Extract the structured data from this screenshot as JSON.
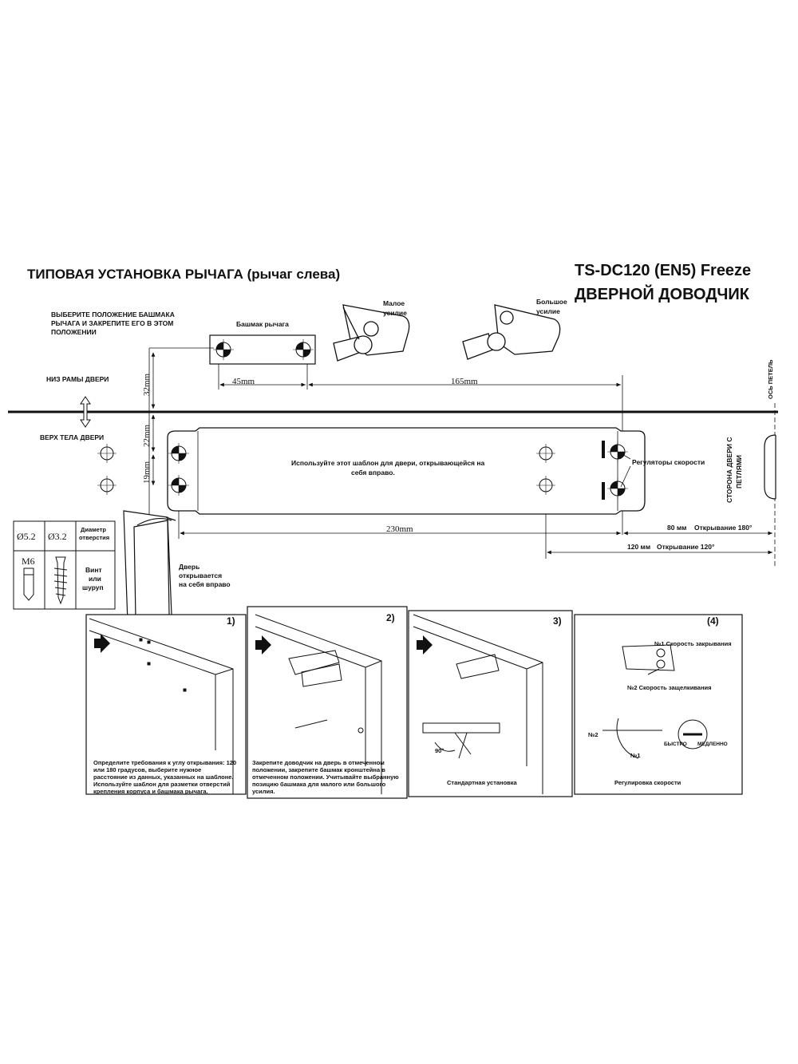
{
  "header": {
    "left_title": "ТИПОВАЯ УСТАНОВКА РЫЧАГА (рычаг слева)",
    "model": "TS-DC120 (EN5) Freeze",
    "product": "ДВЕРНОЙ ДОВОДЧИК"
  },
  "template": {
    "instruction_lines": [
      "ВЫБЕРИТЕ ПОЛОЖЕНИЕ БАШМАКА",
      "РЫЧАГА И ЗАКРЕПИТЕ ЕГО В ЭТОМ",
      "ПОЛОЖЕНИИ"
    ],
    "shoe_label": "Башмак рычага",
    "low_force": [
      "Малое",
      "усилие"
    ],
    "high_force": [
      "Большое",
      "усилие"
    ],
    "frame_bottom": "НИЗ РАМЫ ДВЕРИ",
    "door_top": "ВЕРХ ТЕЛА ДВЕРИ",
    "hinge_axis": "ОСЬ ПЕТЕЛЬ",
    "hinge_side": [
      "СТОРОНА ДВЕРИ С",
      "ПЕТЛЯМИ"
    ],
    "body_text": [
      "Используйте этот шаблон для двери, открывающейся на",
      "себя вправо."
    ],
    "speed_regulators": "Регуляторы скорости",
    "dims": {
      "d45": "45mm",
      "d165": "165mm",
      "d32": "32mm",
      "d22": "22mm",
      "d19": "19mm",
      "d230": "230mm",
      "d80": "80 мм",
      "open180": "Открывание 180°",
      "d120": "120 мм",
      "open120": "Открывание 120°"
    }
  },
  "legend": {
    "hole1": "Ø5.2",
    "hole2": "Ø3.2",
    "hole_caption": [
      "Диаметр",
      "отверстия"
    ],
    "bolt": "M6",
    "screw_caption": [
      "Винт",
      "или",
      "шуруп"
    ]
  },
  "door_note": [
    "Дверь",
    "открывается",
    "на себя вправо"
  ],
  "steps": [
    {
      "num": "1)",
      "text": [
        "Определите требования к углу открывания: 120",
        "или 180 градусов, выберите нужное",
        "расстояние из данных, указанных на шаблоне.",
        "Используйте шаблон для разметки отверстий",
        "крепления корпуса и башмака рычага."
      ]
    },
    {
      "num": "2)",
      "text": [
        "Закрепите доводчик на дверь в отмеченном",
        "положении, закрепите башмак кронштейна в",
        "отмеченном положении. Учитывайте выбранную",
        "позицию башмака для малого или большого",
        "усилия."
      ]
    },
    {
      "num": "3)",
      "text": [
        "Стандартная установка"
      ],
      "angle": "90°"
    },
    {
      "num": "(4)",
      "text": [
        "Регулировка скорости"
      ],
      "labels": {
        "close_speed": "№1 Скорость закрывания",
        "latch_speed": "№2 Скорость защелкивания",
        "n2": "№2",
        "n1": "№1",
        "fast": "БЫСТРО",
        "slow": "МЕДЛЕННО"
      }
    }
  ]
}
